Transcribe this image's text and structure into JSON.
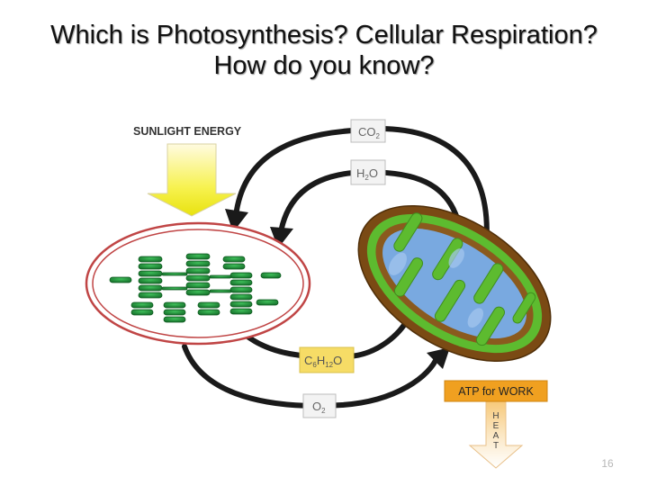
{
  "title": {
    "line1": "Which is Photosynthesis? Cellular Respiration?",
    "line2": "How do you know?"
  },
  "diagram": {
    "sunlight_label": "SUNLIGHT ENERGY",
    "co2": {
      "main": "CO",
      "sub": "2"
    },
    "h2o": {
      "main1": "H",
      "sub": "2",
      "main2": "O"
    },
    "glucose": {
      "c": "C",
      "c_sub": "6",
      "h": "H",
      "h_sub": "12",
      "o": "O"
    },
    "o2": {
      "main": "O",
      "sub": "2"
    },
    "atp_label": "ATP for WORK",
    "heat_letters": [
      "H",
      "E",
      "A",
      "T"
    ]
  },
  "colors": {
    "arrow": "#1a1a1a",
    "sunlight_arrow": "#f1ee2a",
    "chloroplast_outline": "#c04545",
    "thylakoid": "#1e8a35",
    "mito_outer": "#7a4a14",
    "mito_green": "#5dbb2f",
    "mito_blue": "#79a9e0",
    "label_box": "#f3f3f3",
    "glucose_box": "#f6dc66",
    "atp_box": "#f0a020"
  },
  "slide_number": "16"
}
